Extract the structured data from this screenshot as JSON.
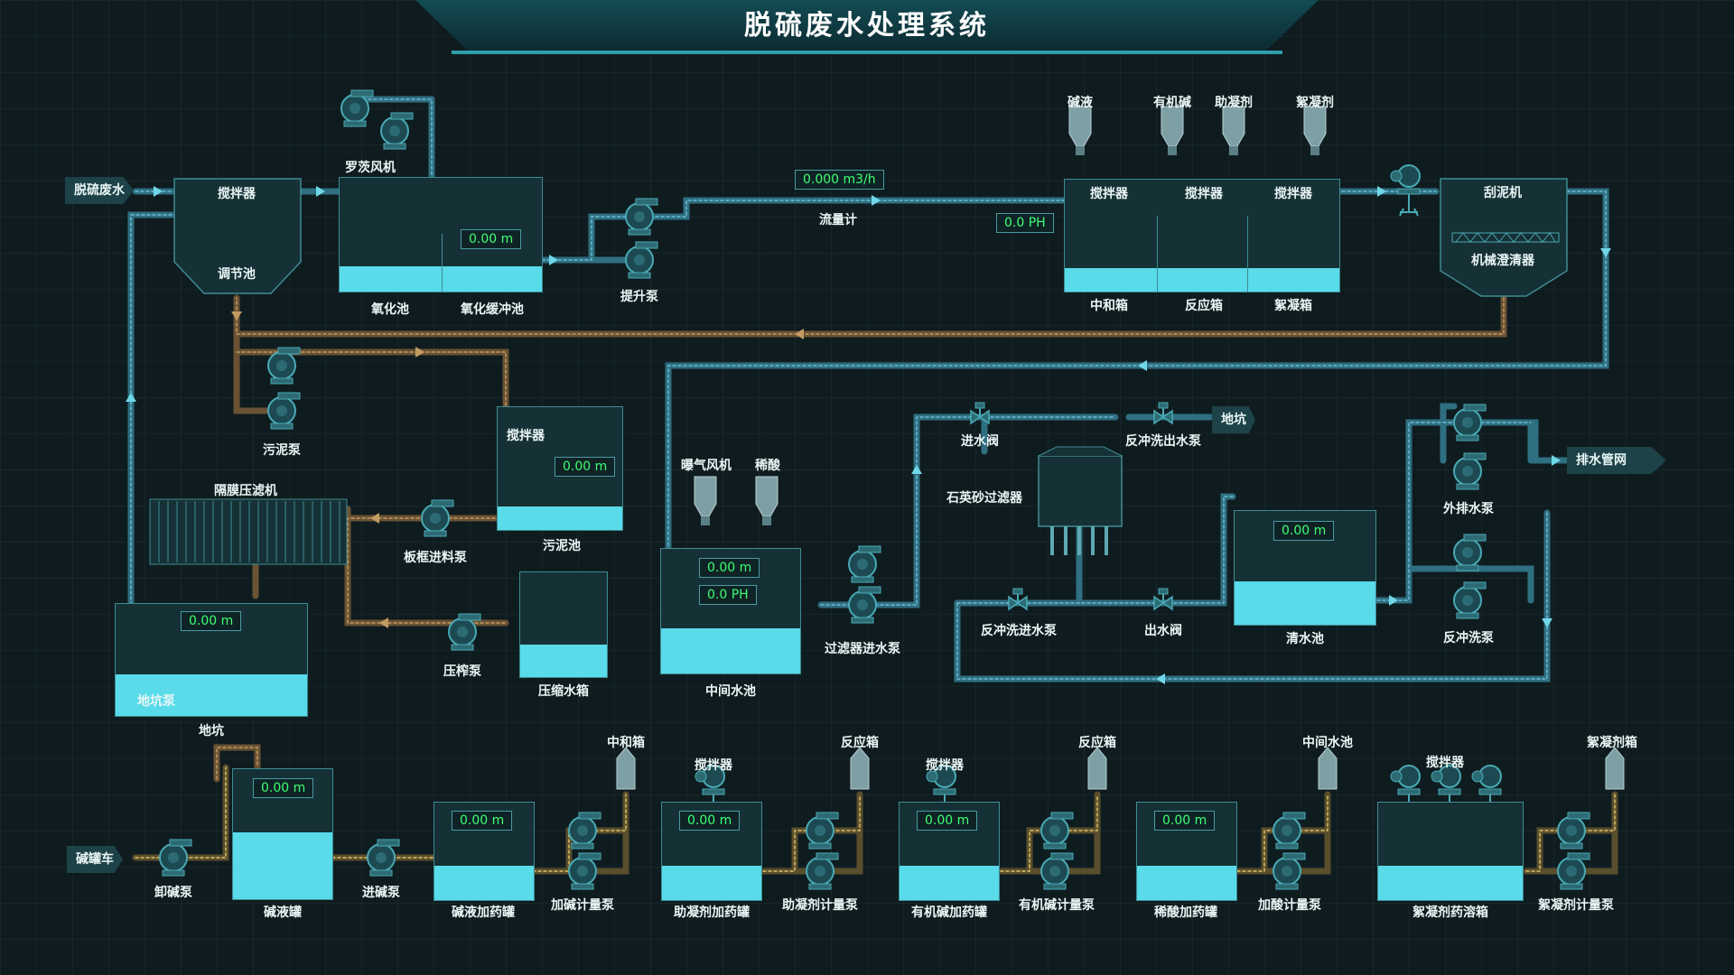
{
  "header": {
    "title": "脱硫废水处理系统"
  },
  "colors": {
    "water": "#59dbea",
    "pipe_blue": "#4ea3c4",
    "pipe_brown": "#7a5a30",
    "pipe_yellow": "#b89a3c",
    "readout": "#3dff72"
  },
  "tags": {
    "inlet": "脱硫废水",
    "pit_outlet": "地坑",
    "drain": "排水管网",
    "truck": "碱罐车"
  },
  "equipment": {
    "mixer": "搅拌器",
    "adjust_tank": "调节池",
    "roots_blower": "罗茨风机",
    "oxidation_tank": "氧化池",
    "oxidation_buffer": "氧化缓冲池",
    "lift_pump": "提升泵",
    "flowmeter": "流量计",
    "alkali": "碱液",
    "organic_alkali": "有机碱",
    "coagulant_aid": "助凝剂",
    "flocculant": "絮凝剂",
    "neutral_box": "中和箱",
    "reaction_box": "反应箱",
    "floc_box": "絮凝箱",
    "scraper": "刮泥机",
    "clarifier": "机械澄清器",
    "sludge_pump": "污泥泵",
    "sludge_tank": "污泥池",
    "filter_press": "隔膜压滤机",
    "frame_pump": "板框进料泵",
    "press_pump": "压榨泵",
    "compress_box": "压缩水箱",
    "pit": "地坑",
    "pit_pump": "地坑泵",
    "aeration_fan": "曝气风机",
    "dilute_acid": "稀酸",
    "mid_tank": "中间水池",
    "filter_pump": "过滤器进水泵",
    "in_valve": "进水阀",
    "backwash_out_pump": "反冲洗出水泵",
    "quartz_filter": "石英砂过滤器",
    "backwash_in_pump": "反冲洗进水泵",
    "out_valve": "出水阀",
    "clear_tank": "清水池",
    "ext_pump": "外排水泵",
    "backwash_pump": "反冲洗泵"
  },
  "readouts": {
    "oxidation_level": "0.00  m",
    "flow": "0.000  m3/h",
    "neutral_ph": "0.0  PH",
    "sludge_level": "0.00  m",
    "pit_level": "0.00  m",
    "mid_level": "0.00  m",
    "mid_ph": "0.0  PH",
    "clear_level": "0.00  m",
    "alkali_tank_level": "0.00  m",
    "alkali_dose_level": "0.00  m",
    "aid_dose_level": "0.00  m",
    "organic_dose_level": "0.00  m",
    "acid_dose_level": "0.00  m"
  },
  "dosing": {
    "unload_pump": "卸碱泵",
    "alkali_tank": "碱液罐",
    "feed_pump": "进碱泵",
    "alkali_dose_tank": "碱液加药罐",
    "alkali_meter": "加碱计量泵",
    "dest_neutral": "中和箱",
    "aid_dose_tank": "助凝剂加药罐",
    "aid_meter": "助凝剂计量泵",
    "dest_reaction1": "反应箱",
    "organic_dose_tank": "有机碱加药罐",
    "organic_meter": "有机碱计量泵",
    "dest_reaction2": "反应箱",
    "acid_dose_tank": "稀酸加药罐",
    "acid_meter": "加酸计量泵",
    "dest_mid": "中间水池",
    "floc_dissolve_tank": "絮凝剂药溶箱",
    "floc_meter": "絮凝剂计量泵",
    "dest_floc": "絮凝剂箱"
  }
}
